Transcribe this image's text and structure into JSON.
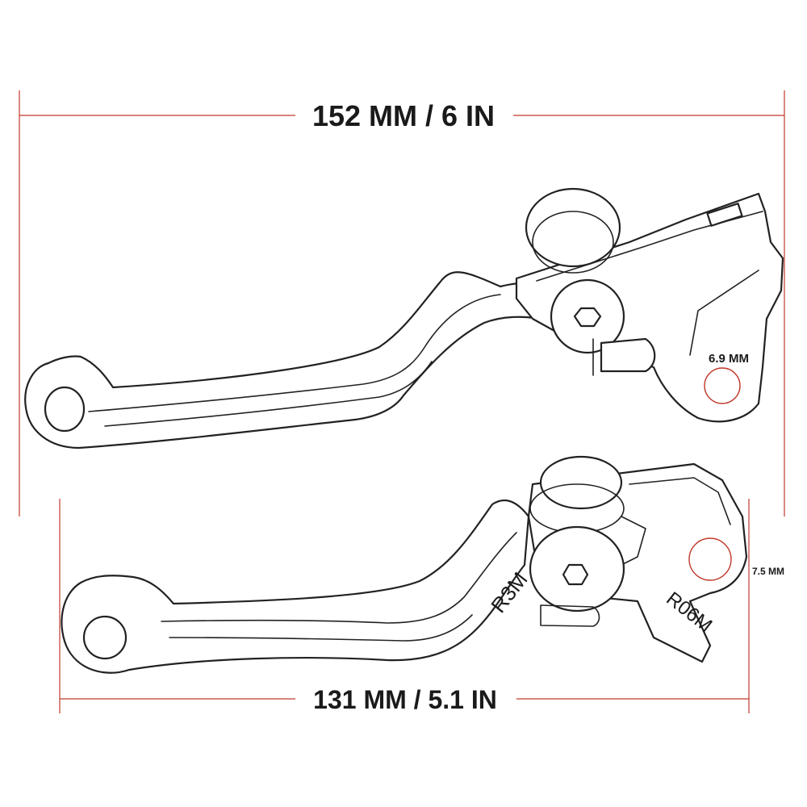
{
  "dimensions": {
    "top_length": "152 MM / 6 IN",
    "bottom_length": "131 MM / 5.1 IN",
    "top_hole": "6.9 MM",
    "bottom_hole": "7.5 MM"
  },
  "part_marks": {
    "lever_code": "R3M",
    "perch_code": "R06M"
  },
  "colors": {
    "dimension_line": "#c0392b",
    "outline": "#222222",
    "text": "#1a1a1a"
  }
}
